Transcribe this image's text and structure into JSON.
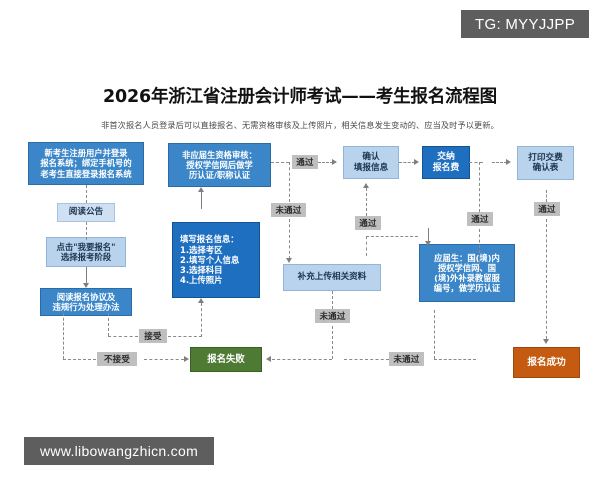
{
  "watermarks": {
    "top": "TG: MYYJJPP",
    "bottom": "www.libowangzhicn.com"
  },
  "header": {
    "title": "2026年浙江省注册会计师考试——考生报名流程图",
    "subtitle": "非首次报名人员登录后可以直接报名、无需资格审核及上传照片，相关信息发生变动的、应当及时予以更新。"
  },
  "colors": {
    "node_dark_blue": "#1f6fc0",
    "node_mid_blue": "#3a86c8",
    "node_light_blue": "#b9d3ec",
    "node_lighter_blue": "#cfe0f2",
    "node_green": "#4e7a33",
    "node_orange": "#c55a11",
    "edge_label_bg": "#bfbfbf",
    "connector": "#7f7f7f",
    "watermark_bg": "#5e5e5e"
  },
  "nodes": [
    {
      "id": "register",
      "label": "新考生注册用户并登录\n报名系统；绑定手机号的\n老考生直接登录报名系统"
    },
    {
      "id": "read-notice",
      "label": "阅读公告"
    },
    {
      "id": "click-apply",
      "label": "点击\"我要报名\"\n选择报考阶段"
    },
    {
      "id": "read-agreement",
      "label": "阅读报名协议及\n违规行为处理办法"
    },
    {
      "id": "fill-info",
      "label": "填写报名信息：\n1.选择考区\n2.填写个人信息\n3.选择科目\n4.上传照片"
    },
    {
      "id": "non-fresh-audit",
      "label": "非应届生资格审核：\n授权学信网后做学\n历认证/职称认证"
    },
    {
      "id": "supplement",
      "label": "补充上传相关资料"
    },
    {
      "id": "fresh-grad",
      "label": "应届生：国(境)内\n授权学信网、国\n(境)外补录教留服\n编号，做学历认证"
    },
    {
      "id": "confirm-info",
      "label": "确认\n填报信息"
    },
    {
      "id": "pay-fee",
      "label": "交纳\n报名费"
    },
    {
      "id": "print-receipt",
      "label": "打印交费\n确认表"
    },
    {
      "id": "signup-failed",
      "label": "报名失败"
    },
    {
      "id": "signup-success",
      "label": "报名成功"
    }
  ],
  "edge_labels": [
    {
      "id": "pass-audit-top",
      "text": "通过"
    },
    {
      "id": "fail-audit-top",
      "text": "未通过"
    },
    {
      "id": "pass-fresh",
      "text": "通过"
    },
    {
      "id": "pass-pay",
      "text": "通过"
    },
    {
      "id": "fail-supplement",
      "text": "未通过"
    },
    {
      "id": "fail-fresh",
      "text": "未通过"
    },
    {
      "id": "accept-agreement",
      "text": "接受"
    },
    {
      "id": "reject-agreement",
      "text": "不接受"
    }
  ]
}
